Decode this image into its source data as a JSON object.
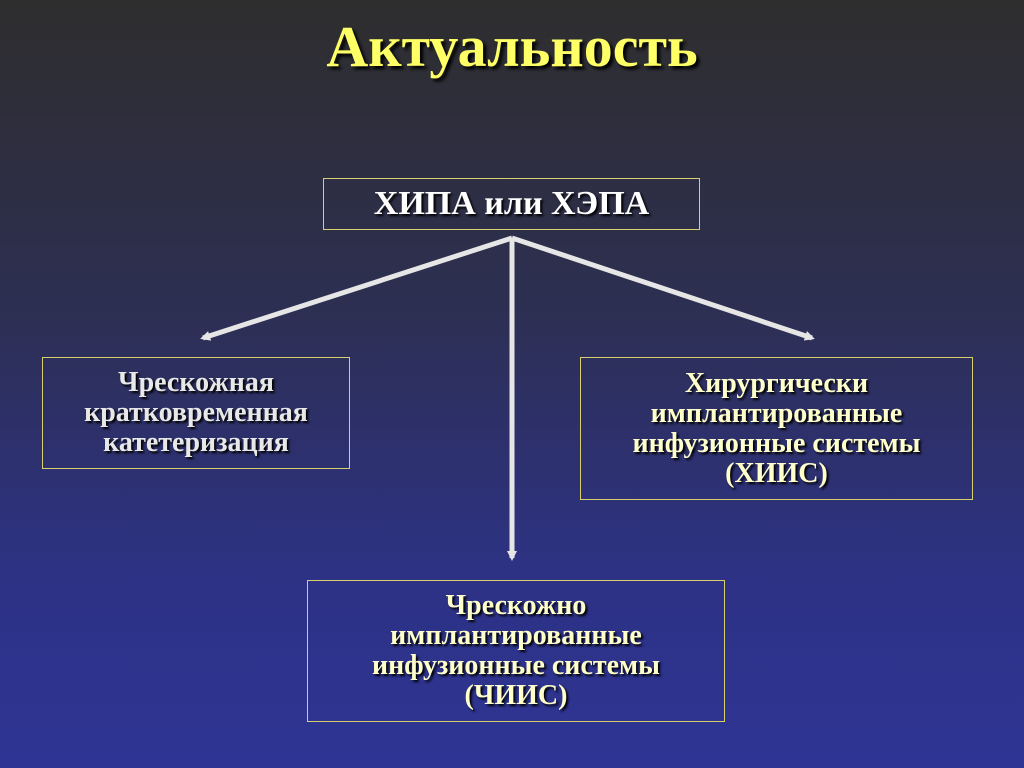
{
  "title": "Актуальность",
  "root": {
    "label": "ХИПА или ХЭПА"
  },
  "branches": {
    "left": {
      "label": "Чрескожная\nкратковременная\nкатетеризация"
    },
    "right": {
      "label": "Хирургически\nимплантированные\nинфузионные системы\n(ХИИС)"
    },
    "bottom": {
      "label": "Чрескожно\nимплантированные\nинфузионные системы\n(ЧИИС)"
    }
  },
  "colors": {
    "title": "#ffff66",
    "box_border": "#d8cf6e",
    "arrow": "#e6e6e6"
  }
}
